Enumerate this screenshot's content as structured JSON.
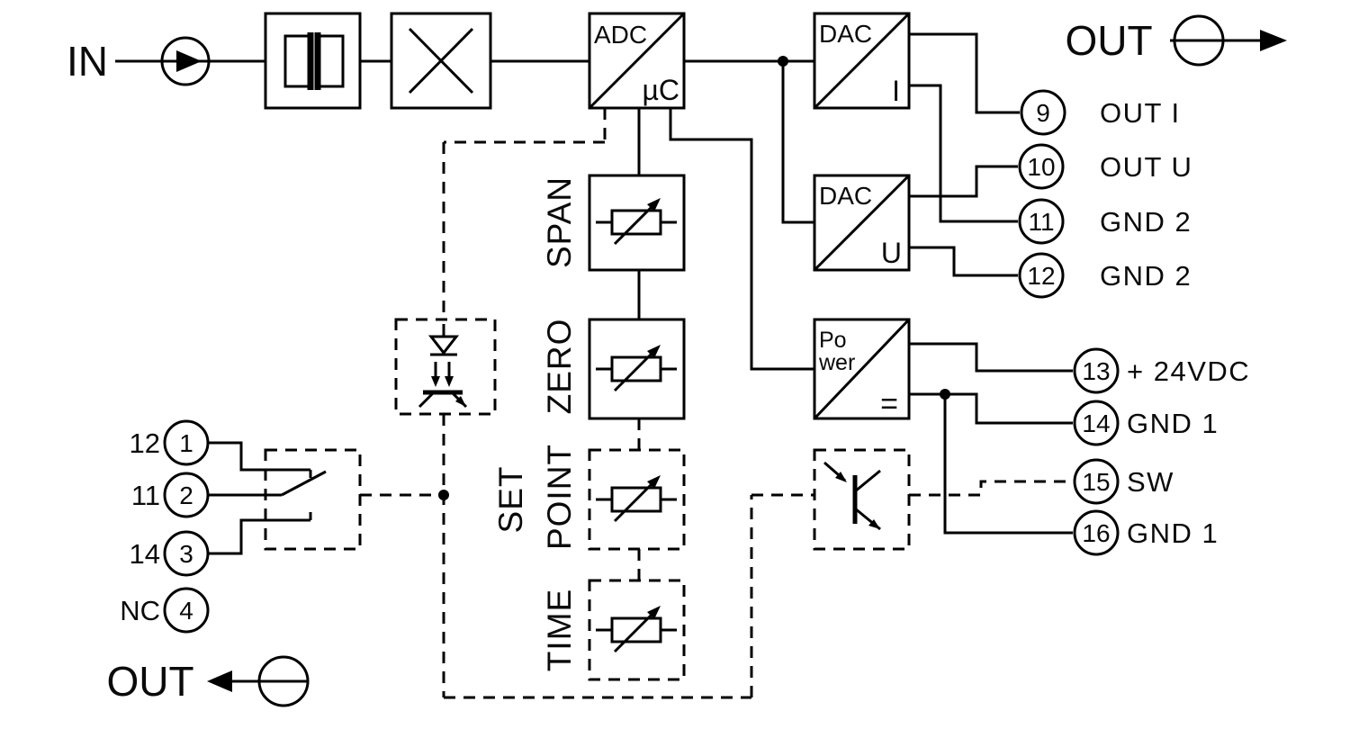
{
  "diagram": {
    "input_label": "IN",
    "output_label_top": "OUT",
    "output_label_bottom": "OUT",
    "blocks": {
      "adc": {
        "top": "ADC",
        "bottom": "µC"
      },
      "dac_i": {
        "top": "DAC",
        "bottom": "I"
      },
      "dac_u": {
        "top": "DAC",
        "bottom": "U"
      },
      "power": {
        "line1": "Po",
        "line2": "wer",
        "symbol": "="
      }
    },
    "adjusters": {
      "span": "SPAN",
      "zero": "ZERO",
      "set": "SET",
      "point": "POINT",
      "time": "TIME"
    },
    "terminals_right": [
      {
        "num": "9",
        "label": "OUT I"
      },
      {
        "num": "10",
        "label": "OUT U"
      },
      {
        "num": "11",
        "label": "GND 2"
      },
      {
        "num": "12",
        "label": "GND 2"
      },
      {
        "num": "13",
        "label": "+ 24VDC"
      },
      {
        "num": "14",
        "label": "GND 1"
      },
      {
        "num": "15",
        "label": "SW"
      },
      {
        "num": "16",
        "label": "GND 1"
      }
    ],
    "terminals_left": [
      {
        "ext": "12",
        "num": "1"
      },
      {
        "ext": "11",
        "num": "2"
      },
      {
        "ext": "14",
        "num": "3"
      },
      {
        "ext": "NC",
        "num": "4"
      }
    ],
    "colors": {
      "line": "#000000",
      "background": "#ffffff"
    }
  }
}
